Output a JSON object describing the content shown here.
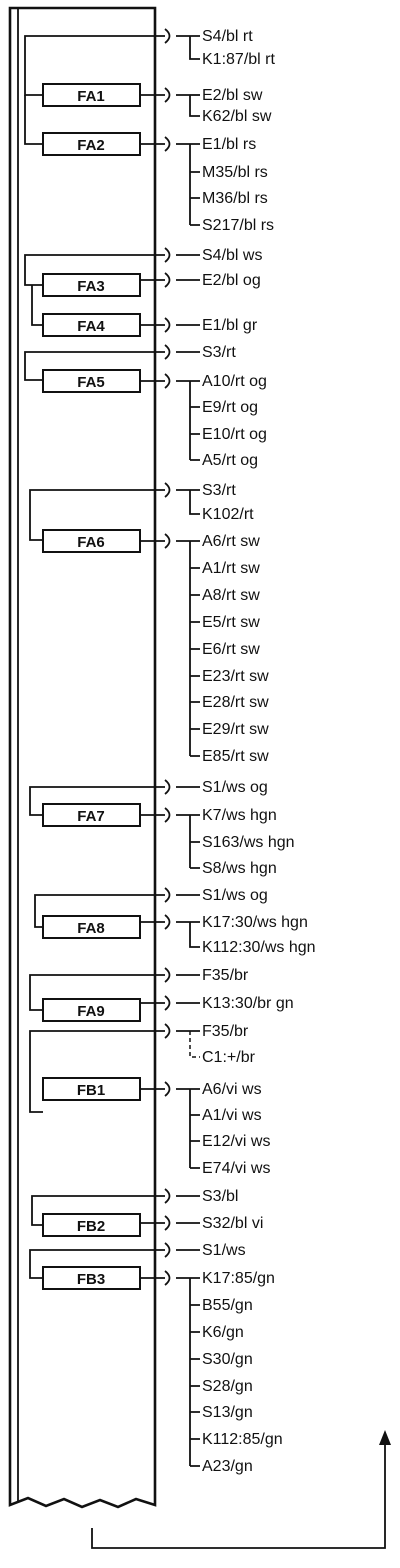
{
  "fuses": [
    {
      "id": "FA1",
      "supply": [
        "S4/bl rt",
        "K1:87/bl rt"
      ],
      "consumers": [
        "E2/bl sw",
        "K62/bl sw"
      ]
    },
    {
      "id": "FA2",
      "supply": [],
      "consumers": [
        "E1/bl rs",
        "M35/bl rs",
        "M36/bl rs",
        "S217/bl rs"
      ]
    },
    {
      "id": "FA3",
      "supply": [
        "S4/bl ws"
      ],
      "consumers": [
        "E2/bl og"
      ]
    },
    {
      "id": "FA4",
      "supply": [],
      "consumers": [
        "E1/bl gr"
      ]
    },
    {
      "id": "FA5",
      "supply": [
        "S3/rt"
      ],
      "consumers": [
        "A10/rt og",
        "E9/rt og",
        "E10/rt og",
        "A5/rt og"
      ]
    },
    {
      "id": "FA6",
      "supply": [
        "S3/rt",
        "K102/rt"
      ],
      "consumers": [
        "A6/rt sw",
        "A1/rt sw",
        "A8/rt sw",
        "E5/rt sw",
        "E6/rt sw",
        "E23/rt sw",
        "E28/rt sw",
        "E29/rt sw",
        "E85/rt sw"
      ]
    },
    {
      "id": "FA7",
      "supply": [
        "S1/ws og"
      ],
      "consumers": [
        "K7/ws hgn",
        "S163/ws hgn",
        "S8/ws hgn"
      ]
    },
    {
      "id": "FA8",
      "supply": [
        "S1/ws og"
      ],
      "consumers": [
        "K17:30/ws hgn",
        "K112:30/ws hgn"
      ]
    },
    {
      "id": "FA9",
      "supply": [
        "F35/br"
      ],
      "consumers": [
        "K13:30/br gn"
      ]
    },
    {
      "id": "FB1",
      "supply": [
        "F35/br",
        "C1:+/br"
      ],
      "consumers": [
        "A6/vi ws",
        "A1/vi ws",
        "E12/vi ws",
        "E74/vi ws"
      ]
    },
    {
      "id": "FB2",
      "supply": [
        "S3/bl"
      ],
      "consumers": [
        "S32/bl vi"
      ]
    },
    {
      "id": "FB3",
      "supply": [
        "S1/ws"
      ],
      "consumers": [
        "K17:85/gn",
        "B55/gn",
        "K6/gn",
        "S30/gn",
        "S28/gn",
        "S13/gn",
        "K112:85/gn",
        "A23/gn"
      ]
    }
  ]
}
